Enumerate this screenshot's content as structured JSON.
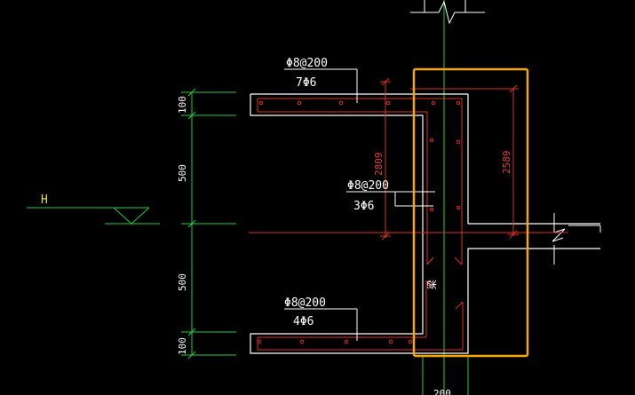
{
  "drawing": {
    "level_mark": "H",
    "top_slab": {
      "stirrup_label": "Φ8@200",
      "bar_label": "7Φ6"
    },
    "middle": {
      "stirrup_label": "Φ8@200",
      "bar_label": "3Φ6"
    },
    "bottom_slab": {
      "stirrup_label": "Φ8@200",
      "bar_label": "4Φ6"
    },
    "dimensions": {
      "left_top": "100",
      "left_mid_upper": "500",
      "left_mid_lower": "500",
      "left_bottom": "100",
      "inner_height": "2809",
      "outer_height": "2589",
      "bottom_width": "200"
    },
    "beam_label": "梁"
  },
  "colors": {
    "background": "#000000",
    "concrete_outline": "#ffffff",
    "rebar": "#e03020",
    "dimension_lines": "#20d040",
    "highlight_box": "#f5a800",
    "level_symbol": "#f0e020"
  }
}
